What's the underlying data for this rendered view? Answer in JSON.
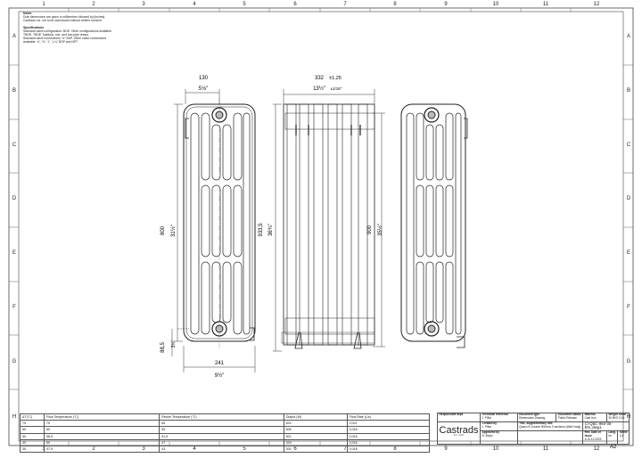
{
  "grid": {
    "columns": [
      "1",
      "2",
      "3",
      "4",
      "5",
      "6",
      "7",
      "8",
      "9",
      "10",
      "11",
      "12"
    ],
    "rows": [
      "A",
      "B",
      "C",
      "D",
      "E",
      "F",
      "G",
      "H"
    ]
  },
  "notes": {
    "title": "Notes",
    "line1": "Dual dimensions are given in millimetres followed by [inches].",
    "line2": "Castrads Ltd. not to be reproduced without written consent",
    "spec_title": "Specifications",
    "spec1": "Standard valve configuration: BOE. Other configurations available:",
    "spec2": "TBOE, TBOE Tyabiola, one- and two-pipe drawn.",
    "spec3": "Standard valve connections: ½\" BSP. Other valve connections",
    "spec4": "available: ¾\", ½\", 1\", 1-¼\" BSP and NPT"
  },
  "dimensions": {
    "front_width_mm": "130",
    "front_width_in": "5⅛\"",
    "front_height_mm": "800",
    "front_height_in": "31½\"",
    "front_foot_mm": "88,5",
    "front_foot_in": "3½\"",
    "front_base_mm": "241",
    "front_base_in": "9½\"",
    "side_width_mm": "332",
    "side_width_tol": "±1,25",
    "side_width_in": "13½\"",
    "side_width_tol_in": "±1/16\"",
    "side_height_mm": "933,5",
    "side_height_in": "36¾\"",
    "side_inner_mm": "900",
    "side_inner_in": "35½\""
  },
  "flow_table": {
    "headers": [
      "ΔT(°C)",
      "Flow Temperature (°C)",
      "Return Temperature (°C)",
      "Output (W)",
      "Flow Rate (L/s)"
    ],
    "rows": [
      [
        "75",
        "75",
        "65",
        "824",
        "0,021"
      ],
      [
        "60",
        "60",
        "55",
        "606",
        "0,018"
      ],
      [
        "50",
        "58,5",
        "51,5",
        "501",
        "0,016"
      ],
      [
        "40",
        "50",
        "47",
        "329",
        "0,016"
      ],
      [
        "35",
        "47,5",
        "43",
        "300",
        "0,016"
      ]
    ]
  },
  "title_block": {
    "responsible_dept_label": "Responsible dept.",
    "tech_ref_label": "Technical reference",
    "tech_ref_value": "J. Pillar",
    "doc_type_label": "Document type",
    "doc_type_value": "Dimensions Drawing",
    "doc_status_label": "Document status",
    "doc_status_value": "Public Release",
    "material_label": "Material",
    "material_value": "Cast Iron",
    "weight_label": "Weight",
    "weight_value": "30,9KG",
    "scale_label": "Scale",
    "scale_value": "0,25",
    "created_label": "Created by",
    "created_value": "J. Pillar",
    "title_label": "Title, supplementary title",
    "title_value": "Quaco 6 Column 900mm, 5 sections (Wall Hung)",
    "approved_label": "Approved by",
    "approved_value": "N. Boylo",
    "drawing_no": "Cl-Q6C-960-05-EN_dwg1",
    "rev_label": "Rev.",
    "rev_value": "A",
    "date_label": "Date of issue",
    "date_value": "10.12.2023",
    "lang_label": "Lang.",
    "lang_value": "en",
    "sheet_label": "Sheet",
    "sheet_value": "1/1",
    "brand": "Castrads",
    "brand_sub": "Est. 2004",
    "paper_size": "A2"
  }
}
